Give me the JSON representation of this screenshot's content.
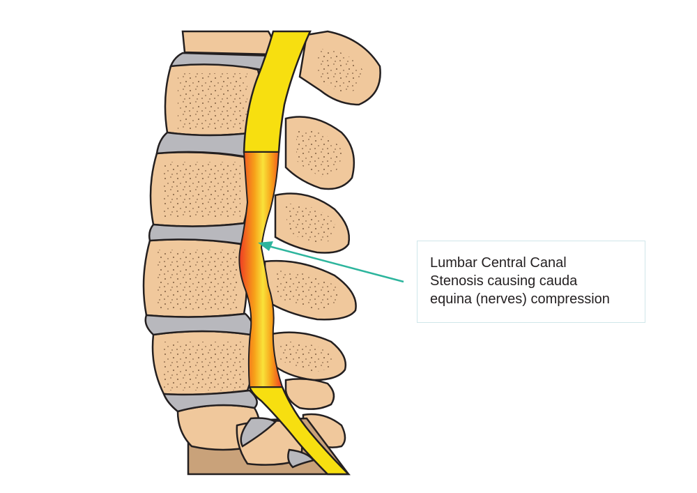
{
  "callout": {
    "lines": [
      "Lumbar Central Canal",
      "Stenosis causing cauda",
      "equina (nerves) compression"
    ]
  },
  "colors": {
    "bone": "#f0c89c",
    "bone_dark": "#c9a27a",
    "disc": "#b8b8bd",
    "spinal_cord": "#f7df10",
    "inflammation": "#ee3b24",
    "arrow": "#2db59d",
    "callout_border": "#cfe6ea",
    "outline": "#231f20"
  },
  "icons": {
    "arrow": "teal-pointer-arrow"
  }
}
